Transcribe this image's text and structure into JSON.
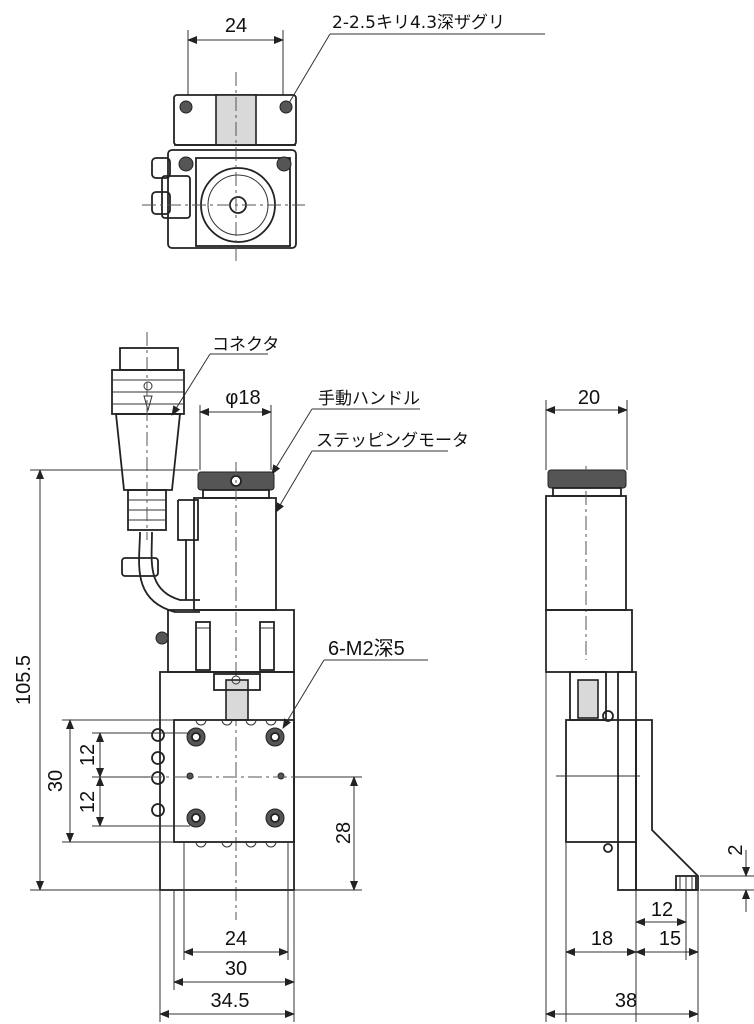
{
  "top_view": {
    "width_dim": "24",
    "hole_note": "2-2.5キリ4.3深ザグリ"
  },
  "front_view": {
    "connector_label": "コネクタ",
    "handle_diameter": "φ18",
    "handle_label": "手動ハンドル",
    "motor_label": "ステッピングモータ",
    "tap_note": "6-M2深5",
    "height_total": "105.5",
    "dim_30_vertical": "30",
    "dim_12_upper": "12",
    "dim_12_lower": "12",
    "dim_28": "28",
    "dim_24_bottom": "24",
    "dim_30_bottom": "30",
    "dim_34_5": "34.5"
  },
  "side_view": {
    "width_top": "20",
    "dim_2": "2",
    "dim_12": "12",
    "dim_18": "18",
    "dim_15": "15",
    "dim_38": "38"
  }
}
